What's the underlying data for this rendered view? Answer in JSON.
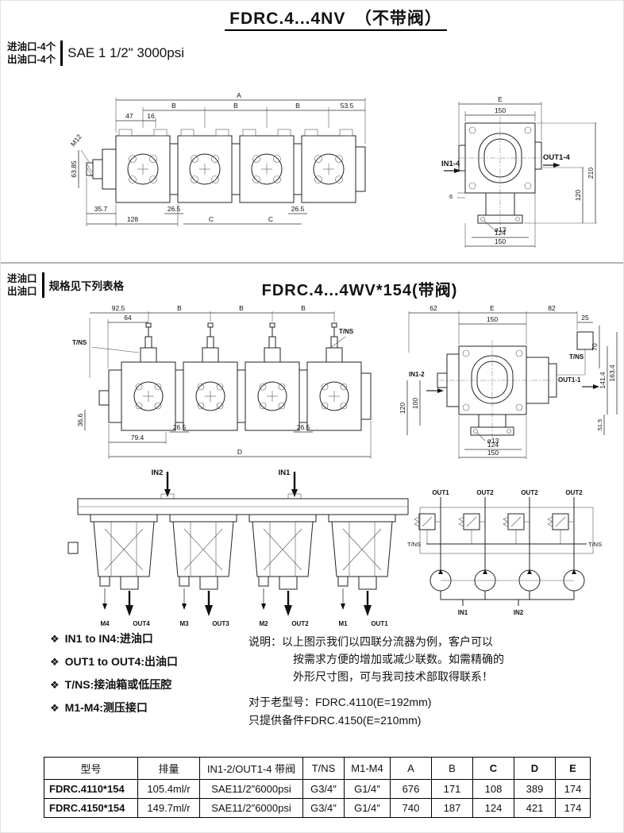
{
  "section1": {
    "title": "FDRC.4...4NV　（不带阀）",
    "port_line1": "进油口-4个",
    "port_line2": "出油口-4个",
    "spec": "SAE 1 1/2\" 3000psi"
  },
  "drawing1": {
    "dim_a": "A",
    "dim_b": "B",
    "dim_53_5": "53.5",
    "dim_47": "47",
    "dim_16": "16",
    "dim_m12": "M12",
    "dim_63_85": "63.85",
    "dim_35_7": "35.7",
    "dim_128": "128",
    "dim_26_5": "26.5",
    "dim_c": "C"
  },
  "drawing2": {
    "dim_e": "E",
    "dim_150": "150",
    "label_in": "IN1-4",
    "label_out": "OUT1-4",
    "dim_210": "210",
    "dim_120": "120",
    "dim_6": "6",
    "dim_dia13": "ø13",
    "dim_124": "124",
    "dim_150b": "150"
  },
  "section2": {
    "title": "FDRC.4...4WV*154(带阀)",
    "port_line1": "进油口",
    "port_line2": "出油口",
    "note": "规格见下列表格"
  },
  "drawing3": {
    "dim_92_5": "92.5",
    "dim_64": "64",
    "dim_b": "B",
    "label_tns": "T/NS",
    "dim_36_6": "36.6",
    "dim_79_4": "79.4",
    "dim_26_5": "26.5",
    "dim_d": "D"
  },
  "drawing4": {
    "dim_62": "62",
    "dim_e": "E",
    "dim_150": "150",
    "dim_82": "82",
    "dim_25": "25",
    "dim_70": "70",
    "dim_141_4": "141.4",
    "dim_163_4": "163.4",
    "dim_100": "100",
    "dim_120": "120",
    "dim_51_5": "51.5",
    "dim_dia13": "ø13",
    "dim_124": "124",
    "dim_150b": "150",
    "label_in": "IN1-2",
    "label_out": "OUT1-1",
    "label_tns": "T/NS"
  },
  "drawing5": {
    "label_in2": "IN2",
    "label_in1": "IN1",
    "ports": [
      {
        "m": "M4",
        "out": "OUT4"
      },
      {
        "m": "M3",
        "out": "OUT3"
      },
      {
        "m": "M2",
        "out": "OUT2"
      },
      {
        "m": "M1",
        "out": "OUT1"
      }
    ]
  },
  "drawing6": {
    "outs": [
      "OUT1",
      "OUT2",
      "OUT2",
      "OUT2"
    ],
    "tns_left": "T/NS",
    "tns_right": "T/NS",
    "in1": "IN1",
    "in2": "IN2"
  },
  "legend": {
    "bullet": "❖",
    "items": [
      "IN1 to IN4:进油口",
      "OUT1 to OUT4:出油口",
      "T/NS:接油箱或低压腔",
      "M1-M4:测压接口"
    ]
  },
  "notes": {
    "line1": "说明：以上图示我们以四联分流器为例，客户可以",
    "line2": "按需求方便的增加或减少联数。如需精确的",
    "line3": "外形尺寸图，可与我司技术部取得联系！",
    "old1": "对于老型号：FDRC.4110(E=192mm)",
    "old2": "只提供备件FDRC.4150(E=210mm)"
  },
  "table": {
    "headers": [
      "型号",
      "排量",
      "IN1-2/OUT1-4 带阀",
      "T/NS",
      "M1-M4",
      "A",
      "B",
      "C",
      "D",
      "E"
    ],
    "rows": [
      [
        "FDRC.4110*154",
        "105.4ml/r",
        "SAE11/2″6000psi",
        "G3/4″",
        "G1/4″",
        "676",
        "171",
        "108",
        "389",
        "174"
      ],
      [
        "FDRC.4150*154",
        "149.7ml/r",
        "SAE11/2″6000psi",
        "G3/4″",
        "G1/4″",
        "740",
        "187",
        "124",
        "421",
        "174"
      ]
    ]
  }
}
